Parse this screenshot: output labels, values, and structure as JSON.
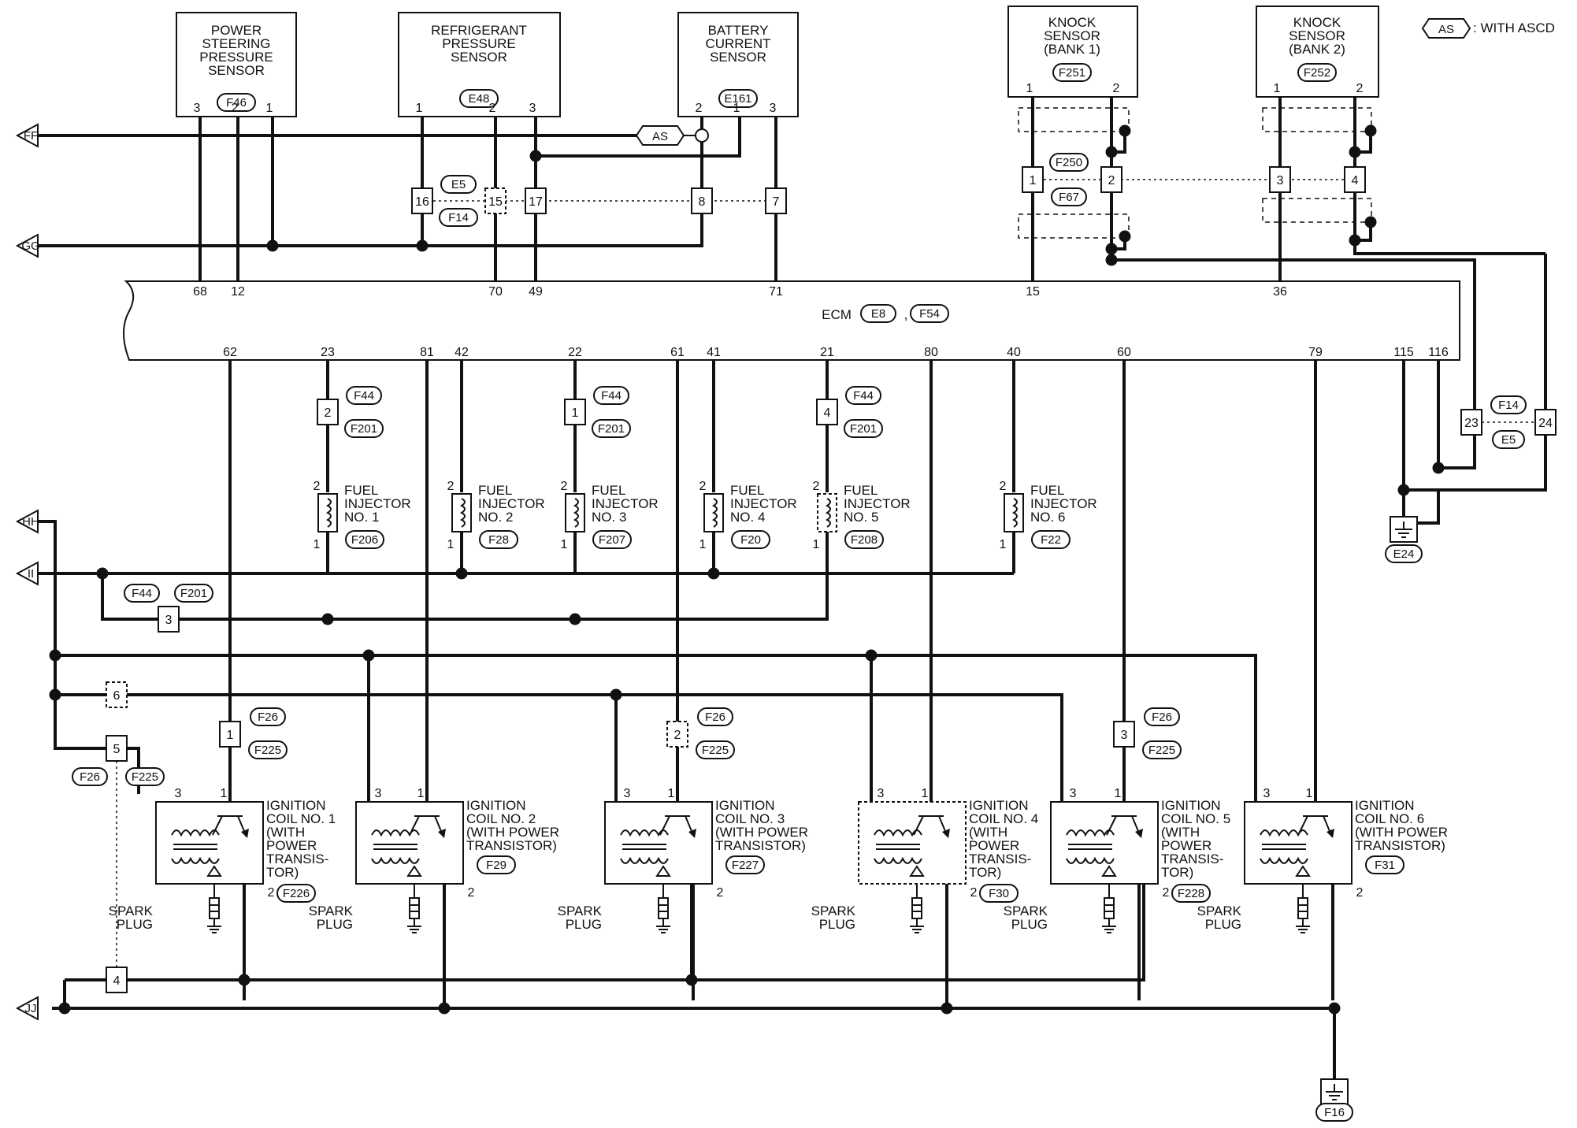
{
  "legend": {
    "tag": "AS",
    "text": ": WITH ASCD"
  },
  "sensors": {
    "ps": {
      "lines": [
        "POWER",
        "STEERING",
        "PRESSURE",
        "SENSOR"
      ],
      "conn": "F46",
      "pins": [
        "3",
        "2",
        "1"
      ]
    },
    "ref": {
      "lines": [
        "REFRIGERANT",
        "PRESSURE",
        "SENSOR"
      ],
      "conn": "E48",
      "pins": [
        "1",
        "2",
        "3"
      ]
    },
    "bat": {
      "lines": [
        "BATTERY",
        "CURRENT",
        "SENSOR"
      ],
      "conn": "E161",
      "pins": [
        "2",
        "1",
        "3"
      ]
    },
    "k1": {
      "lines": [
        "KNOCK",
        "SENSOR",
        "(BANK 1)"
      ],
      "conn": "F251",
      "pins": [
        "1",
        "2"
      ]
    },
    "k2": {
      "lines": [
        "KNOCK",
        "SENSOR",
        "(BANK 2)"
      ],
      "conn": "F252",
      "pins": [
        "1",
        "2"
      ]
    }
  },
  "offpage": [
    "FF",
    "GG",
    "HH",
    "II",
    "JJ"
  ],
  "joints": {
    "upper_boxes": [
      "16",
      "15",
      "17",
      "8",
      "7"
    ],
    "upper_conns": [
      "E5",
      "F14"
    ],
    "as_tag": "AS",
    "knock_boxes": [
      "1",
      "2",
      "3",
      "4"
    ],
    "knock_conns": [
      "F250",
      "F67"
    ],
    "right_boxes": [
      "23",
      "24"
    ],
    "right_conns": [
      "F14",
      "E5"
    ],
    "inj_box": "3",
    "inj_conns": [
      "F44",
      "F201"
    ],
    "coil_boxes": [
      "6",
      "5",
      "4"
    ],
    "coil_conns": [
      "F26",
      "F225"
    ]
  },
  "ecm": {
    "label": "ECM",
    "conns": [
      "E8",
      "F54"
    ],
    "sep": ",",
    "top_pins": [
      "68",
      "12",
      "70",
      "49",
      "71",
      "15",
      "36"
    ],
    "bottom_pins": [
      "62",
      "23",
      "81",
      "42",
      "22",
      "61",
      "41",
      "21",
      "80",
      "40",
      "60",
      "79",
      "115",
      "116"
    ]
  },
  "injector_joints": [
    {
      "box": "2",
      "c1": "F44",
      "c2": "F201"
    },
    {
      "box": "1",
      "c1": "F44",
      "c2": "F201"
    },
    {
      "box": "4",
      "c1": "F44",
      "c2": "F201"
    }
  ],
  "injectors": [
    {
      "lines": [
        "FUEL",
        "INJECTOR",
        "NO. 1"
      ],
      "conn": "F206",
      "pins": [
        "2",
        "1"
      ]
    },
    {
      "lines": [
        "FUEL",
        "INJECTOR",
        "NO. 2"
      ],
      "conn": "F28",
      "pins": [
        "2",
        "1"
      ]
    },
    {
      "lines": [
        "FUEL",
        "INJECTOR",
        "NO. 3"
      ],
      "conn": "F207",
      "pins": [
        "2",
        "1"
      ]
    },
    {
      "lines": [
        "FUEL",
        "INJECTOR",
        "NO. 4"
      ],
      "conn": "F20",
      "pins": [
        "2",
        "1"
      ]
    },
    {
      "lines": [
        "FUEL",
        "INJECTOR",
        "NO. 5"
      ],
      "conn": "F208",
      "pins": [
        "2",
        "1"
      ]
    },
    {
      "lines": [
        "FUEL",
        "INJECTOR",
        "NO. 6"
      ],
      "conn": "F22",
      "pins": [
        "2",
        "1"
      ]
    }
  ],
  "coil_joints": [
    {
      "box": "1",
      "c1": "F26",
      "c2": "F225"
    },
    {
      "box": "2",
      "c1": "F26",
      "c2": "F225"
    },
    {
      "box": "3",
      "c1": "F26",
      "c2": "F225"
    }
  ],
  "coils": [
    {
      "lines": [
        "IGNITION",
        "COIL NO. 1",
        "(WITH",
        "POWER",
        "TRANSIS-",
        "TOR)"
      ],
      "conn": "F226",
      "pins": [
        "3",
        "1",
        "2"
      ],
      "plug": [
        "SPARK",
        "PLUG"
      ]
    },
    {
      "lines": [
        "IGNITION",
        "COIL NO. 2",
        "(WITH POWER",
        "TRANSISTOR)"
      ],
      "conn": "F29",
      "pins": [
        "3",
        "1",
        "2"
      ],
      "plug": [
        "SPARK",
        "PLUG"
      ]
    },
    {
      "lines": [
        "IGNITION",
        "COIL NO. 3",
        "(WITH POWER",
        "TRANSISTOR)"
      ],
      "conn": "F227",
      "pins": [
        "3",
        "1",
        "2"
      ],
      "plug": [
        "SPARK",
        "PLUG"
      ]
    },
    {
      "lines": [
        "IGNITION",
        "COIL NO. 4",
        "(WITH",
        "POWER",
        "TRANSIS-",
        "TOR)"
      ],
      "conn": "F30",
      "pins": [
        "3",
        "1",
        "2"
      ],
      "plug": [
        "SPARK",
        "PLUG"
      ]
    },
    {
      "lines": [
        "IGNITION",
        "COIL NO. 5",
        "(WITH",
        "POWER",
        "TRANSIS-",
        "TOR)"
      ],
      "conn": "F228",
      "pins": [
        "3",
        "1",
        "2"
      ],
      "plug": [
        "SPARK",
        "PLUG"
      ]
    },
    {
      "lines": [
        "IGNITION",
        "COIL NO. 6",
        "(WITH POWER",
        "TRANSISTOR)"
      ],
      "conn": "F31",
      "pins": [
        "3",
        "1",
        "2"
      ],
      "plug": [
        "SPARK",
        "PLUG"
      ]
    }
  ],
  "grounds": {
    "g1": "E24",
    "g2": "F16"
  }
}
